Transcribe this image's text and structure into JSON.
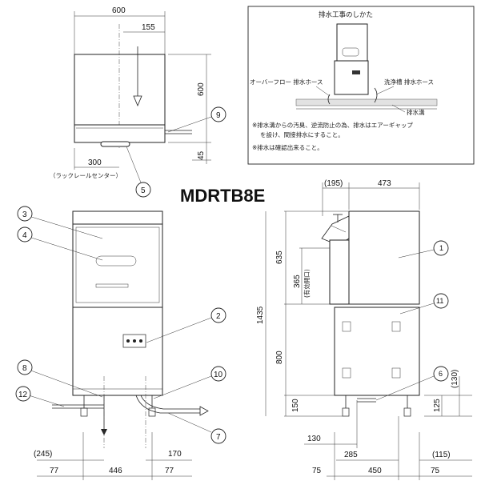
{
  "title": "MDRTB8E",
  "top_view": {
    "width": "600",
    "offset": "155",
    "height": "600",
    "bottom": "45",
    "rail_center": "300",
    "rail_label": "（ラックレールセンター）"
  },
  "drain_box": {
    "title": "排水工事のしかた",
    "overflow_label": "オーバーフロー 排水ホース",
    "wash_label": "洗浄槽 排水ホース",
    "trench_label": "排水溝",
    "notes": [
      "※排水溝からの汚臭、逆流防止の為、排水はエアーギャップ",
      "を設け、間接排水にすること。",
      "※排水は確認出来ること。"
    ]
  },
  "front_view": {
    "dims_bottom": [
      "77",
      "446",
      "77"
    ],
    "dim_245": "(245)",
    "dim_170": "170",
    "dim_130": "130"
  },
  "side_view": {
    "dim_195": "(195)",
    "dim_473": "473",
    "dim_635": "635",
    "dim_365": "365",
    "opening": "(有効開口)",
    "dim_1435": "1435",
    "dim_800": "800",
    "dim_150": "150",
    "dim_130r": "(130)",
    "dim_125": "125",
    "dim_285": "285",
    "dim_115": "(115)",
    "dims_bottom": [
      "75",
      "450",
      "75"
    ]
  },
  "callouts": [
    "9",
    "5",
    "3",
    "4",
    "2",
    "8",
    "10",
    "12",
    "7",
    "1",
    "11",
    "6"
  ],
  "colors": {
    "line": "#222222",
    "background": "#ffffff"
  }
}
